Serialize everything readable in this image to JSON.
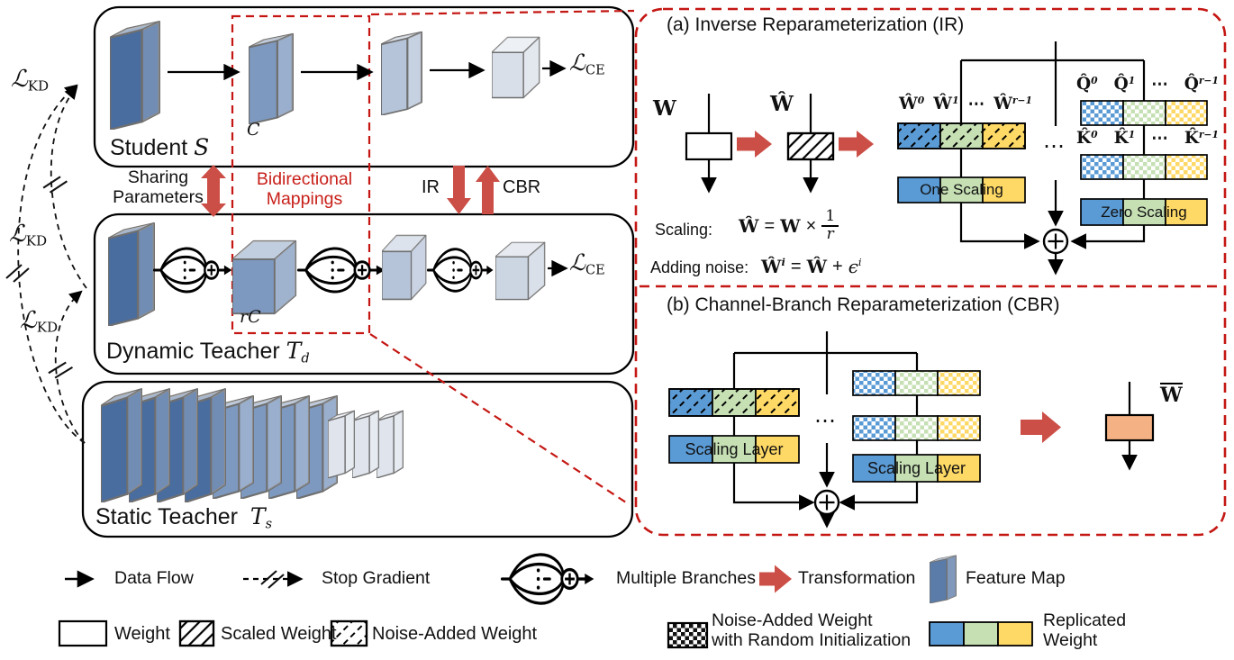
{
  "colors": {
    "feature_dark": "#4a6d9f",
    "feature_mid": "#7e99bf",
    "feature_light": "#b6c4d9",
    "feature_lightest": "#d9dfe9",
    "accent_red_arrow": "#cc4f47",
    "dashed_red": "#c41713",
    "red_text": "#c8201a",
    "replicated_blue": "#5b9bd5",
    "replicated_green": "#c6e0b4",
    "replicated_yellow": "#ffd966",
    "merged_orange": "#f4b183"
  },
  "left": {
    "kd_loss": {
      "base": "ℒ",
      "sub": "KD"
    },
    "loss_ce": {
      "base": "ℒ",
      "sub": "CE"
    },
    "student": {
      "name": "Student",
      "symbol": "S"
    },
    "dynamic": {
      "name": "Dynamic Teacher",
      "symbol": "T",
      "symbol_sub": "d"
    },
    "static": {
      "name": "Static Teacher",
      "symbol": "T",
      "symbol_sub": "s"
    },
    "c_label": "C",
    "rc_label": "rC",
    "sharing": {
      "line1": "Sharing",
      "line2": "Parameters"
    },
    "bidirectional": {
      "line1": "Bidirectional",
      "line2": "Mappings"
    },
    "ir_label": "IR",
    "cbr_label": "CBR"
  },
  "panel_a": {
    "title": "(a) Inverse Reparameterization (IR)",
    "w_label": "W",
    "w_hat_label": "Ŵ",
    "w_tokens": [
      {
        "base": "Ŵ",
        "sub": "0"
      },
      {
        "base": "Ŵ",
        "sub": "1"
      },
      {
        "base": "⋯",
        "sub": ""
      },
      {
        "base": "Ŵ",
        "sub": "r−1"
      }
    ],
    "q_tokens": [
      {
        "base": "Q̂",
        "sub": "0"
      },
      {
        "base": "Q̂",
        "sub": "1"
      },
      {
        "base": "⋯",
        "sub": ""
      },
      {
        "base": "Q̂",
        "sub": "r−1"
      }
    ],
    "k_tokens": [
      {
        "base": "K̂",
        "sub": "0"
      },
      {
        "base": "K̂",
        "sub": "1"
      },
      {
        "base": "⋯",
        "sub": ""
      },
      {
        "base": "K̂",
        "sub": "r−1"
      }
    ],
    "one_scaling": "One Scaling",
    "zero_scaling": "Zero Scaling",
    "branch_dots": "⋯",
    "scaling_label": "Scaling:",
    "scaling_formula": {
      "lhs": "Ŵ",
      "eq": "=",
      "rhs": "W",
      "times": "×",
      "num": "1",
      "den": "r"
    },
    "noise_label": "Adding noise:",
    "noise_formula": {
      "lhs": "Ŵ",
      "lhs_sub": "i",
      "eq": "=",
      "rhs": "Ŵ",
      "plus": "+",
      "eps": "ϵ",
      "eps_sub": "i"
    }
  },
  "panel_b": {
    "title": "(b) Channel-Branch Reparameterization (CBR)",
    "scaling_layer_left": "Scaling Layer",
    "scaling_layer_right": "Scaling Layer",
    "branch_dots": "⋯",
    "w_bar_label": "W"
  },
  "legend": {
    "row1": [
      {
        "icon": "right-arrow-icon",
        "label": "Data Flow"
      },
      {
        "icon": "stop-gradient-arrow-icon",
        "label": "Stop Gradient"
      },
      {
        "icon": "multiple-branches-icon",
        "label": "Multiple Branches"
      },
      {
        "icon": "transformation-arrow-icon",
        "label": "Transformation"
      },
      {
        "icon": "feature-map-icon",
        "label": "Feature Map"
      }
    ],
    "row2": [
      {
        "icon": "weight-box-icon",
        "label": "Weight"
      },
      {
        "icon": "scaled-weight-box-icon",
        "label": "Scaled Weight"
      },
      {
        "icon": "noise-added-weight-box-icon",
        "label": "Noise-Added Weight"
      },
      {
        "icon": "random-init-weight-box-icon",
        "label": "Noise-Added Weight",
        "label2": "with Random Initialization"
      },
      {
        "icon": "replicated-weight-bar-icon",
        "label": "Replicated",
        "label2": "Weight"
      }
    ]
  }
}
